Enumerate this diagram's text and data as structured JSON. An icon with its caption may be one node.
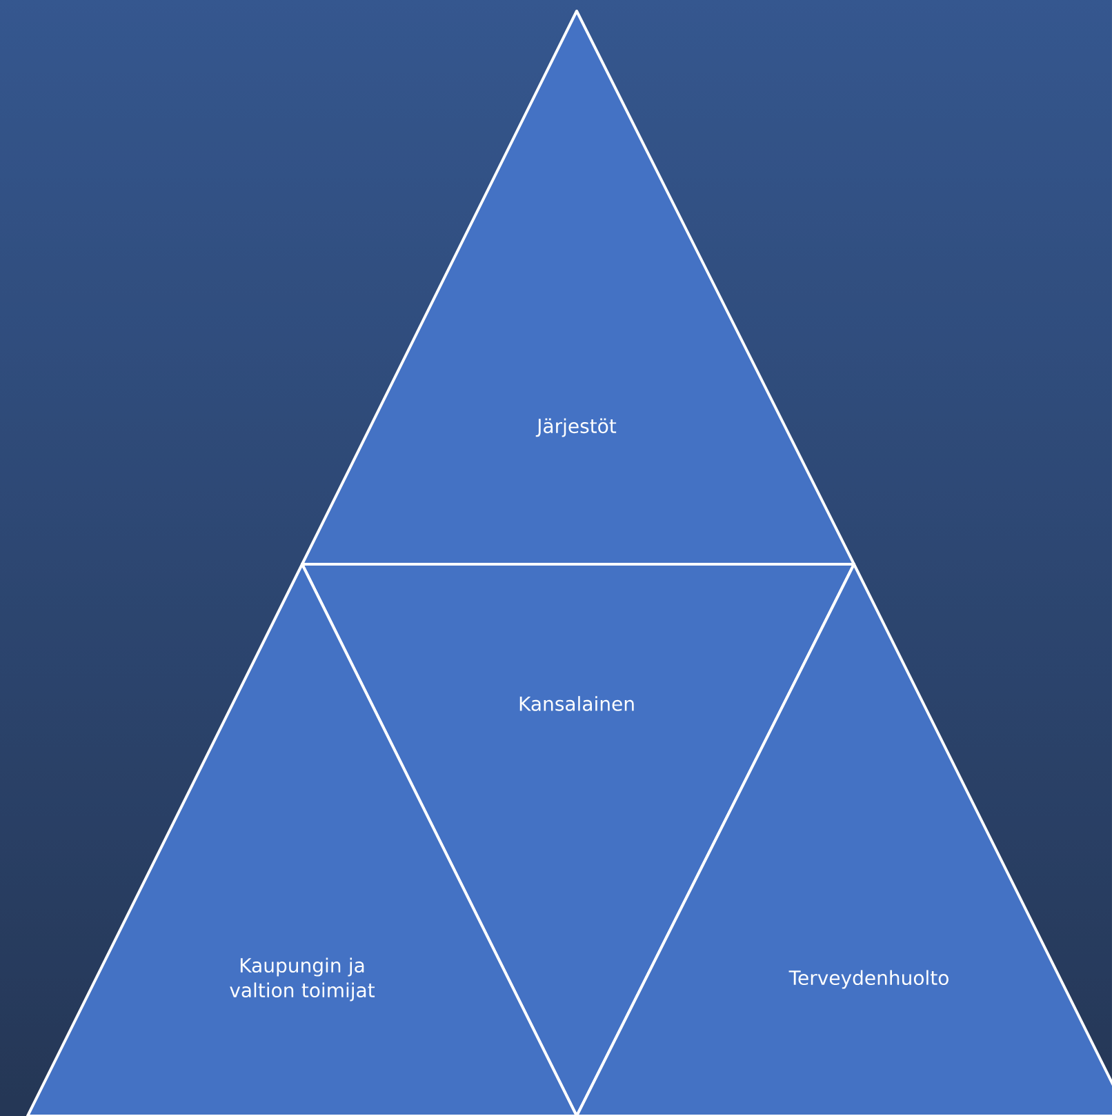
{
  "diagram": {
    "nodes": [
      {
        "text": [
          "Järjestöt"
        ]
      },
      {
        "text": [
          "Kansalainen"
        ]
      },
      {
        "text": [
          "Kaupungin ja valtion toimijat"
        ]
      },
      {
        "text": [
          "Terveydenhuolto"
        ]
      }
    ]
  }
}
